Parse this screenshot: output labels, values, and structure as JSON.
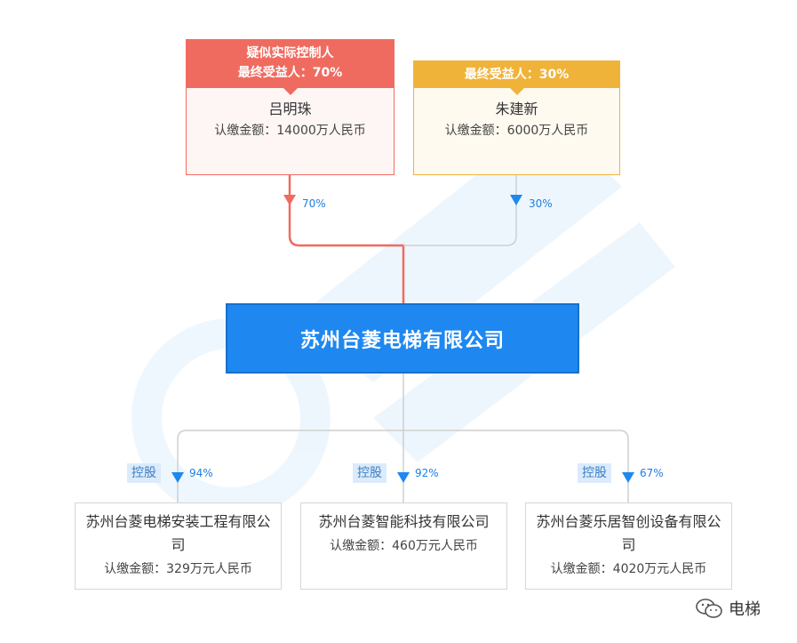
{
  "shareholders": [
    {
      "tag": "疑似实际控制人",
      "role": "最终受益人：70%",
      "name": "吕明珠",
      "amount": "认缴金额：14000万人民币",
      "pct": "70%",
      "color": "#f06b5f"
    },
    {
      "role": "最终受益人：30%",
      "name": "朱建新",
      "amount": "认缴金额：6000万人民币",
      "pct": "30%",
      "color": "#f0b33a"
    }
  ],
  "company": {
    "name": "苏州台菱电梯有限公司",
    "color": "#1e88f0"
  },
  "subsidiaries": [
    {
      "ctrl": "控股",
      "pct": "94%",
      "name": "苏州台菱电梯安装工程有限公司",
      "amount": "认缴金额：329万元人民币"
    },
    {
      "ctrl": "控股",
      "pct": "92%",
      "name": "苏州台菱智能科技有限公司",
      "amount": "认缴金额：460万元人民币"
    },
    {
      "ctrl": "控股",
      "pct": "67%",
      "name": "苏州台菱乐居智创设备有限公司",
      "amount": "认缴金额：4020万元人民币"
    }
  ],
  "badge": {
    "text": "电梯",
    "icon": "wechat-icon"
  }
}
